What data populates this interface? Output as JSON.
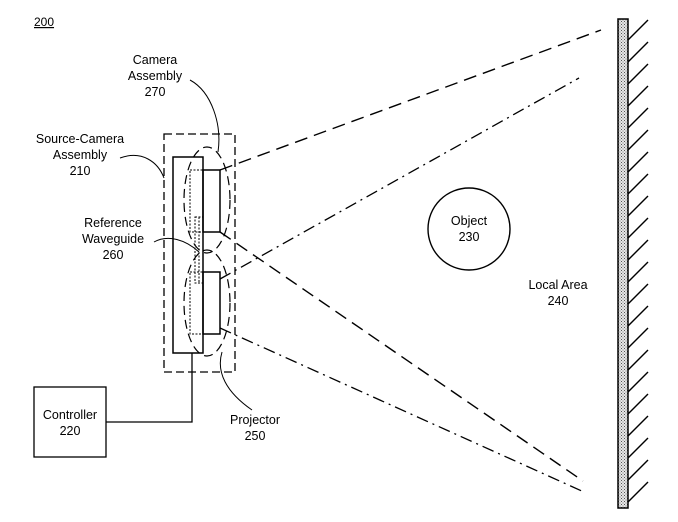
{
  "figure": {
    "number": "200"
  },
  "labels": {
    "camera_assembly": {
      "line1": "Camera",
      "line2": "Assembly",
      "ref": "270"
    },
    "source_camera_assembly": {
      "line1": "Source-Camera",
      "line2": "Assembly",
      "ref": "210"
    },
    "reference_waveguide": {
      "line1": "Reference",
      "line2": "Waveguide",
      "ref": "260"
    },
    "controller": {
      "line1": "Controller",
      "ref": "220"
    },
    "projector": {
      "line1": "Projector",
      "ref": "250"
    },
    "object": {
      "line1": "Object",
      "ref": "230"
    },
    "local_area": {
      "line1": "Local Area",
      "ref": "240"
    }
  },
  "colors": {
    "line": "#000000",
    "wall_fill": "#c8c8c8",
    "background": "#ffffff"
  }
}
